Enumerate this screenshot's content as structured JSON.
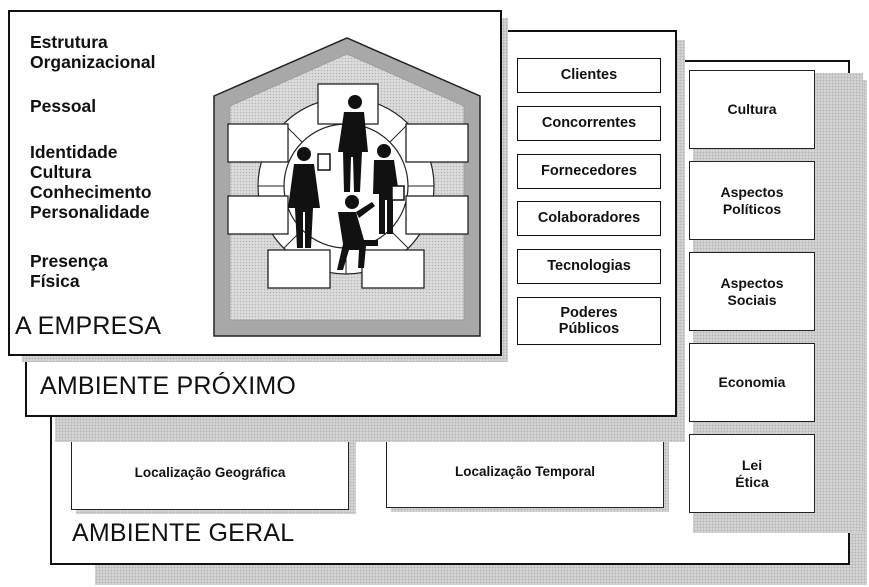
{
  "empresa": {
    "title": "A EMPRESA",
    "items": [
      "Estrutura\nOrganizacional",
      "Pessoal",
      "Identidade\nCultura\nConhecimento\nPersonalidade",
      "Presença\nFísica"
    ]
  },
  "ambiente_proximo": {
    "title": "AMBIENTE PRÓXIMO",
    "items": [
      "Clientes",
      "Concorrentes",
      "Fornecedores",
      "Colaboradores",
      "Tecnologias",
      "Poderes\nPúblicos"
    ]
  },
  "ambiente_geral": {
    "title": "AMBIENTE GERAL",
    "side_items": [
      "Cultura",
      "Aspectos\nPolíticos",
      "Aspectos\nSociais",
      "Economia",
      "Lei\nÉtica"
    ],
    "bottom_items": [
      "Localização Geográfica",
      "Localização Temporal"
    ]
  },
  "icons": [
    "house-icon",
    "people-group-icon"
  ]
}
